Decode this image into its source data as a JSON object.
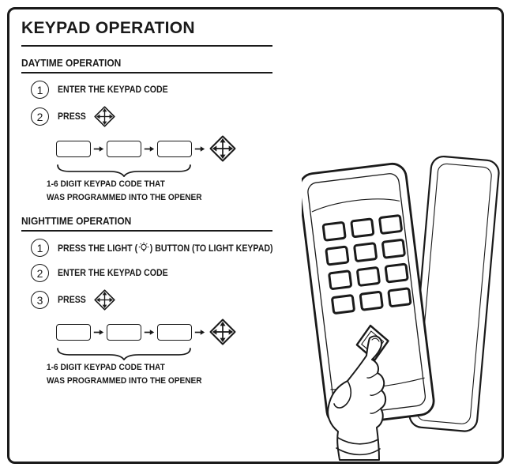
{
  "title": "KEYPAD OPERATION",
  "daytime": {
    "heading": "DAYTIME OPERATION",
    "steps": [
      {
        "num": "1",
        "text": "ENTER THE KEYPAD CODE"
      },
      {
        "num": "2",
        "text": "PRESS"
      }
    ],
    "code_box_count": 3,
    "caption": [
      "1-6 DIGIT KEYPAD CODE THAT",
      "WAS PROGRAMMED INTO THE OPENER"
    ]
  },
  "nighttime": {
    "heading": "NIGHTTIME OPERATION",
    "steps": [
      {
        "num": "1",
        "text_before": "PRESS THE LIGHT (",
        "text_after": ") BUTTON (TO LIGHT KEYPAD)"
      },
      {
        "num": "2",
        "text": "ENTER THE KEYPAD CODE"
      },
      {
        "num": "3",
        "text": "PRESS"
      }
    ],
    "code_box_count": 3,
    "caption": [
      "1-6 DIGIT KEYPAD CODE THAT",
      "WAS PROGRAMMED INTO THE OPENER"
    ]
  },
  "icons": {
    "open_close_button": "diamond-arrows-icon",
    "light_bulb": "light-bulb-icon",
    "sequence_arrow": "right-arrow-icon",
    "code_brace": "brace-icon"
  },
  "colors": {
    "ink": "#1a1a1a",
    "background": "#ffffff"
  }
}
